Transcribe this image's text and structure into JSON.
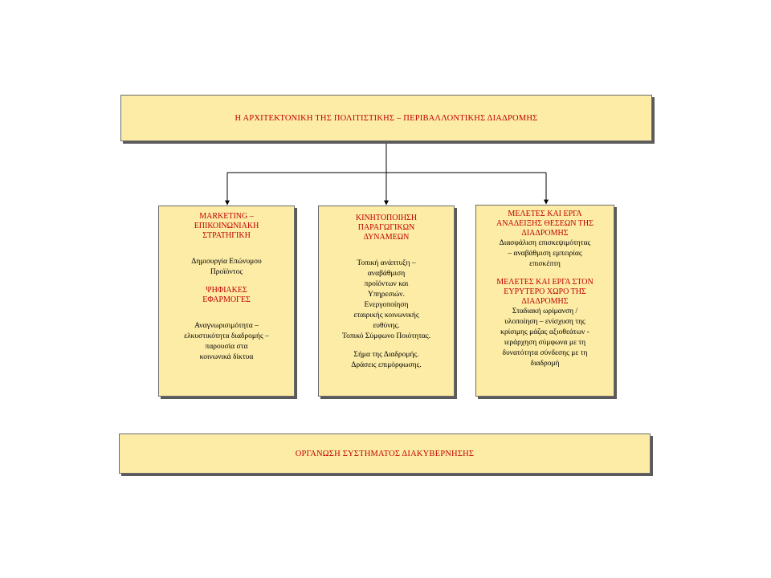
{
  "title": "Η ΑΡΧΙΤΕΚΤΟΝΙΚΗ ΤΗΣ ΠΟΛΙΤΙΣΤΙΚΗΣ – ΠΕΡΙΒΑΛΛΟΝΤΙΚΗΣ ΔΙΑΔΡΟΜΗΣ",
  "columns": [
    {
      "heading1": "MARKETING –\nΕΠΙΚΟΙΝΩΝΙΑΚΗ\nΣΤΡΑΤΗΓΙΚΗ",
      "text1": "Δημιουργία Επώνυμου\nΠροϊόντος",
      "heading2": "ΨΗΦΙΑΚΕΣ\nΕΦΑΡΜΟΓΕΣ",
      "text2": "Αναγνωρισιμότητα –\nελκυστικότητα διαδρομής –\nπαρουσία στα\nκοινωνικά δίκτυα"
    },
    {
      "heading1": "ΚΙΝΗΤΟΠΟΙΗΣΗ\nΠΑΡΑΓΩΓΙΚΩΝ\nΔΥΝΑΜΕΩΝ",
      "text1": "Τοπική ανάπτυξη –\nαναβάθμιση\nπροϊόντων και\nΥπηρεσιών.\nΕνεργοποίηση\nεταιρικής κοινωνικής\nευθύνης.\nΤοπικό Σύμφωνο Ποιότητας.",
      "text2": "Σήμα της Διαδρομής.\nΔράσεις επιμόρφωσης."
    },
    {
      "heading1": "ΜΕΛΕΤΕΣ ΚΑΙ ΕΡΓΑ\nΑΝΑΔΕΙΞΗΣ ΘΕΣΕΩΝ ΤΗΣ\nΔΙΑΔΡΟΜΗΣ",
      "text1": "Διασφάλιση επισκεψιμότητας\n– αναβάθμιση εμπειρίας\nεπισκέπτη",
      "heading2": "ΜΕΛΕΤΕΣ ΚΑΙ ΕΡΓΑ ΣΤΟΝ\nΕΥΡΥΤΕΡΟ ΧΩΡΟ ΤΗΣ\nΔΙΑΔΡΟΜΗΣ",
      "text2": "Σταδιακή ωρίμανση /\nυλοποίηση – ενίσχυση της\nκρίσιμης μάζας αξιοθεάτων -\nιεράρχηση σύμφωνα με τη\nδυνατότητα σύνδεσης με τη\nδιαδρομή"
    }
  ],
  "bottom": "ΟΡΓΑΝΩΣΗ ΣΥΣΤΗΜΑΤΟΣ ΔΙΑΚΥΒΕΡΝΗΣΗΣ"
}
